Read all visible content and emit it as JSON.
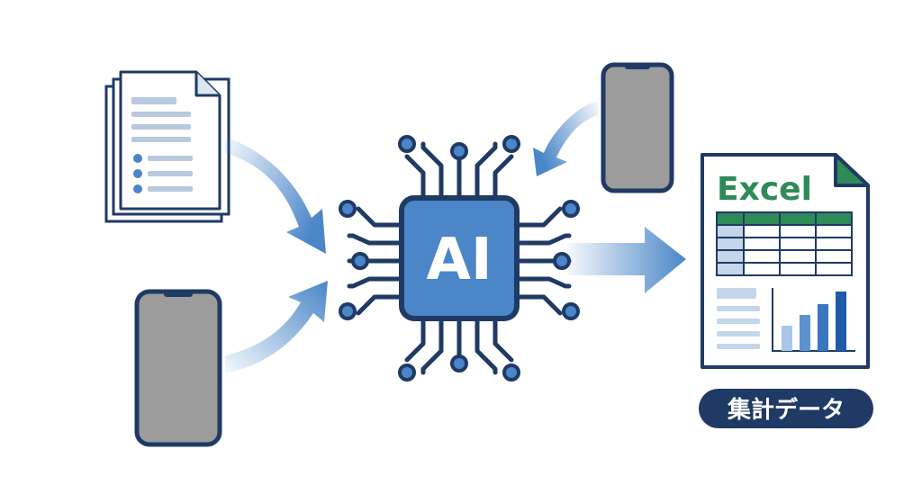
{
  "chip": {
    "label": "AI"
  },
  "excel": {
    "title": "Excel"
  },
  "badge": {
    "label": "集計データ"
  },
  "colors": {
    "navy": "#1f3a64",
    "blue": "#4a86c8",
    "chip_fill": "#4a86c8",
    "gray": "#9c9c9c",
    "green": "#2e8b57",
    "table_blue": "#c3d6ea",
    "bar_light": "#a9c6e6",
    "bar_mid": "#5b93d0",
    "bar_dark": "#1f5aa6"
  },
  "icons": [
    "document-stack-icon",
    "smartphone-icon",
    "ai-chip-icon",
    "excel-sheet-icon",
    "arrow-icon"
  ]
}
